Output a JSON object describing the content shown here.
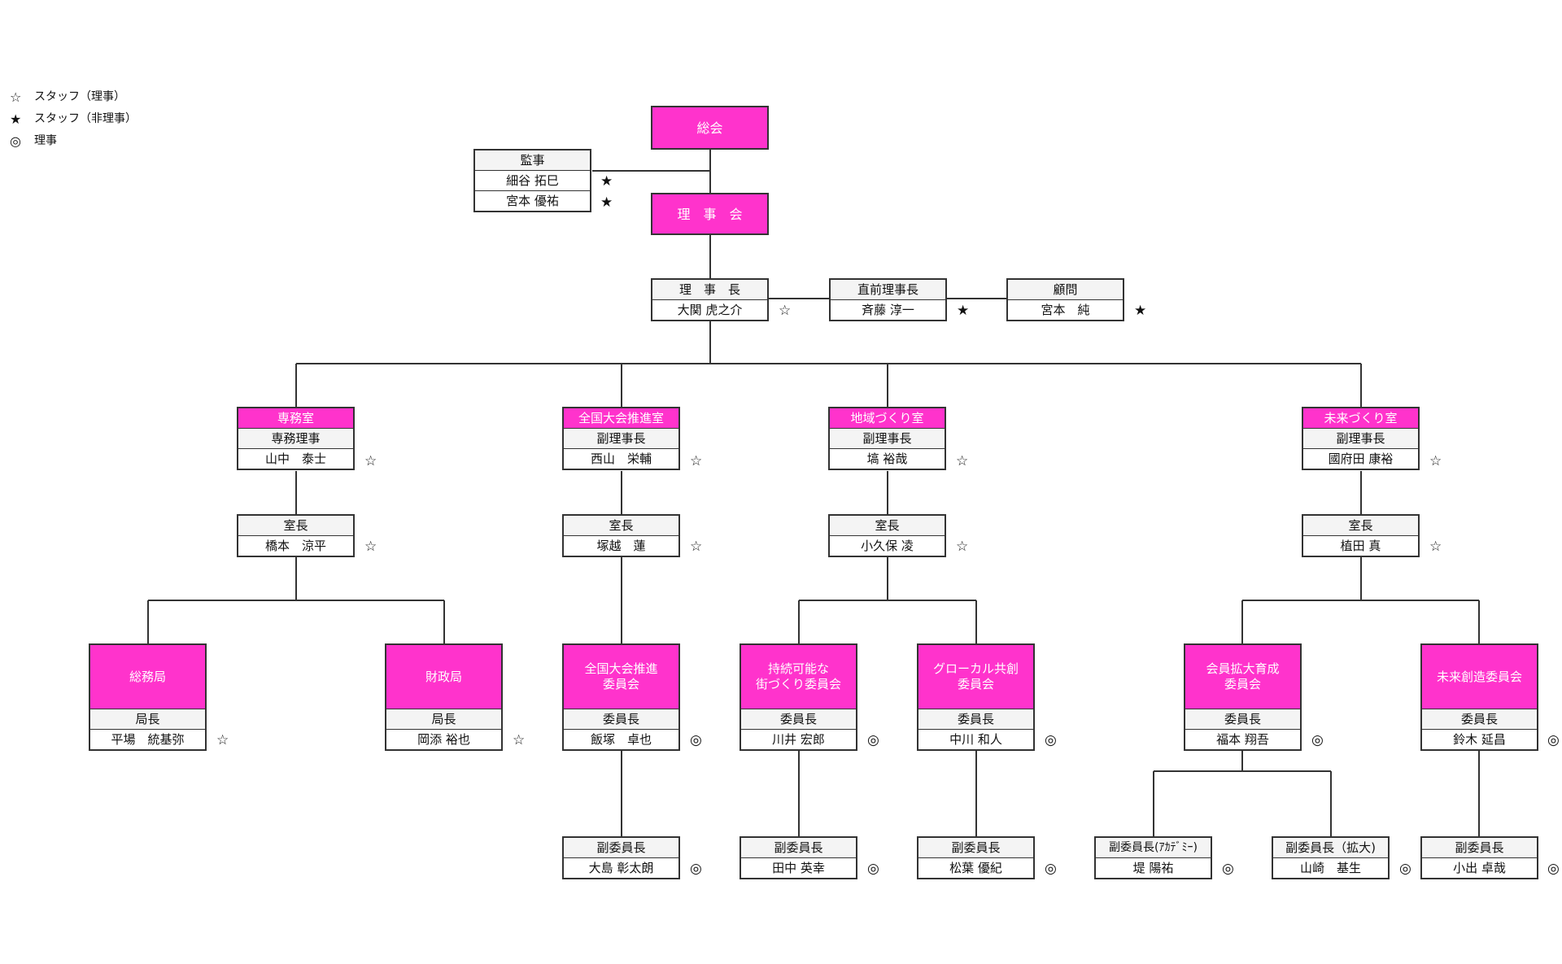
{
  "legend": [
    {
      "symbol": "☆",
      "label": "スタッフ（理事）"
    },
    {
      "symbol": "★",
      "label": "スタッフ（非理事）"
    },
    {
      "symbol": "◎",
      "label": "理事"
    }
  ],
  "top": {
    "general_meeting": "総会",
    "board": "理　事　会"
  },
  "auditors": {
    "role": "監事",
    "members": [
      {
        "name": "細谷 拓巳",
        "mark": "★"
      },
      {
        "name": "宮本 優祐",
        "mark": "★"
      }
    ]
  },
  "executives": [
    {
      "role": "理　事　長",
      "name": "大関 虎之介",
      "mark": "☆"
    },
    {
      "role": "直前理事長",
      "name": "斉藤 淳一",
      "mark": "★"
    },
    {
      "role": "顧問",
      "name": "宮本　純",
      "mark": "★"
    }
  ],
  "divisions": [
    {
      "title": "専務室",
      "role": "専務理事",
      "name": "山中　泰士",
      "mark": "☆",
      "chief_role": "室長",
      "chief_name": "橋本　涼平",
      "chief_mark": "☆"
    },
    {
      "title": "全国大会推進室",
      "role": "副理事長",
      "name": "西山　栄輔",
      "mark": "☆",
      "chief_role": "室長",
      "chief_name": "塚越　蓮",
      "chief_mark": "☆"
    },
    {
      "title": "地域づくり室",
      "role": "副理事長",
      "name": "塙 裕哉",
      "mark": "☆",
      "chief_role": "室長",
      "chief_name": "小久保 凌",
      "chief_mark": "☆"
    },
    {
      "title": "未来づくり室",
      "role": "副理事長",
      "name": "國府田 康裕",
      "mark": "☆",
      "chief_role": "室長",
      "chief_name": "植田 真",
      "chief_mark": "☆"
    }
  ],
  "units": [
    {
      "title": "総務局",
      "role": "局長",
      "name": "平場　統基弥",
      "mark": "☆"
    },
    {
      "title": "財政局",
      "role": "局長",
      "name": "岡添 裕也",
      "mark": "☆"
    },
    {
      "title": "全国大会推進\n委員会",
      "role": "委員長",
      "name": "飯塚　卓也",
      "mark": "◎"
    },
    {
      "title": "持続可能な\n街づくり委員会",
      "role": "委員長",
      "name": "川井 宏郎",
      "mark": "◎"
    },
    {
      "title": "グローカル共創\n委員会",
      "role": "委員長",
      "name": "中川 和人",
      "mark": "◎"
    },
    {
      "title": "会員拡大育成\n委員会",
      "role": "委員長",
      "name": "福本 翔吾",
      "mark": "◎"
    },
    {
      "title": "未来創造委員会",
      "role": "委員長",
      "name": "鈴木 延昌",
      "mark": "◎"
    }
  ],
  "vice_chairs": [
    {
      "role": "副委員長",
      "name": "大島 彰太朗",
      "mark": "◎"
    },
    {
      "role": "副委員長",
      "name": "田中 英幸",
      "mark": "◎"
    },
    {
      "role": "副委員長",
      "name": "松葉 優紀",
      "mark": "◎"
    },
    {
      "role": "副委員長(ｱｶﾃﾞﾐｰ)",
      "name": "堤 陽祐",
      "mark": "◎"
    },
    {
      "role": "副委員長（拡大)",
      "name": "山崎　基生",
      "mark": "◎"
    },
    {
      "role": "副委員長",
      "name": "小出 卓哉",
      "mark": "◎"
    }
  ],
  "colors": {
    "accent": "#ff33cc",
    "header_bg": "#f4f4f4",
    "line": "#333333"
  }
}
